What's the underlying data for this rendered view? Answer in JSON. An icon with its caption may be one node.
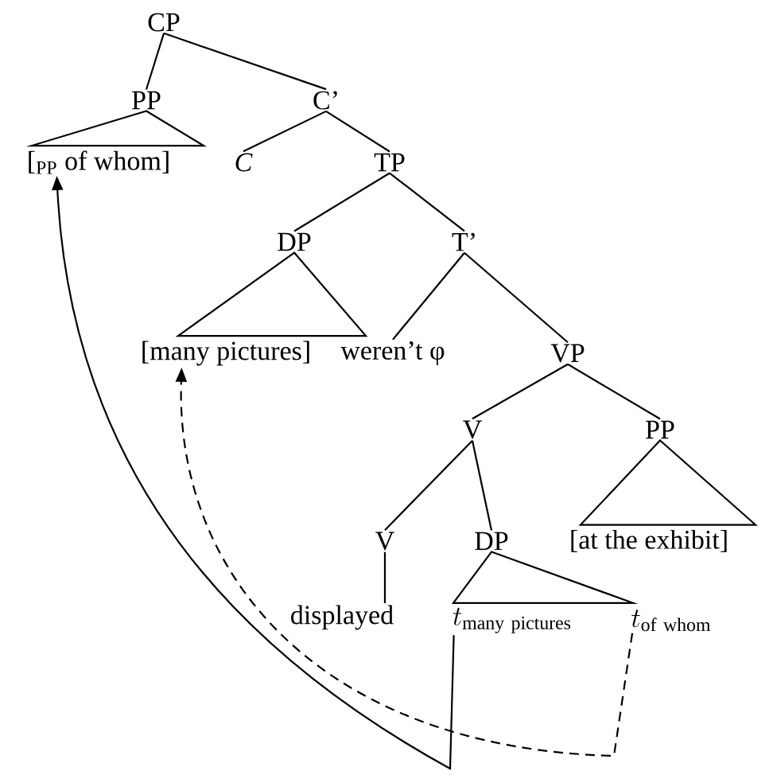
{
  "diagram": {
    "nodes": [
      {
        "text": [
          "CP"
        ]
      },
      {
        "text": [
          "PP"
        ]
      },
      {
        "text": [
          "C’"
        ]
      },
      {
        "text": [
          "[$_{PP}$ of whom]"
        ]
      },
      {
        "text": [
          "C"
        ]
      },
      {
        "text": [
          "TP"
        ]
      },
      {
        "text": [
          "DP"
        ]
      },
      {
        "text": [
          "T’"
        ]
      },
      {
        "text": [
          "[many pictures]"
        ]
      },
      {
        "text": [
          "weren’t φ"
        ]
      },
      {
        "text": [
          "VP"
        ]
      },
      {
        "text": [
          "V"
        ]
      },
      {
        "text": [
          "PP"
        ]
      },
      {
        "text": [
          "V"
        ]
      },
      {
        "text": [
          "DP"
        ]
      },
      {
        "text": [
          "[at the exhibit]"
        ]
      },
      {
        "text": [
          "displayed"
        ]
      },
      {
        "text": [
          "t_{\\mathrm{many\\ pictures}}"
        ]
      },
      {
        "text": [
          "t_{\\mathrm{of\\ whom}}"
        ]
      }
    ],
    "edges": [
      {
        "from": 0,
        "to": 1,
        "arrow": "none"
      },
      {
        "from": 0,
        "to": 2,
        "arrow": "none"
      },
      {
        "from": 1,
        "to": 3,
        "arrow": "none"
      },
      {
        "from": 2,
        "to": 4,
        "arrow": "none"
      },
      {
        "from": 2,
        "to": 5,
        "arrow": "none"
      },
      {
        "from": 5,
        "to": 6,
        "arrow": "none"
      },
      {
        "from": 5,
        "to": 7,
        "arrow": "none"
      },
      {
        "from": 6,
        "to": 8,
        "arrow": "none"
      },
      {
        "from": 7,
        "to": 9,
        "arrow": "none"
      },
      {
        "from": 7,
        "to": 10,
        "arrow": "none"
      },
      {
        "from": 10,
        "to": 11,
        "arrow": "none"
      },
      {
        "from": 10,
        "to": 12,
        "arrow": "none"
      },
      {
        "from": 12,
        "to": 15,
        "arrow": "none"
      },
      {
        "from": 11,
        "to": 13,
        "arrow": "none"
      },
      {
        "from": 11,
        "to": 14,
        "arrow": "none"
      },
      {
        "from": 13,
        "to": 16,
        "arrow": "none"
      },
      {
        "from": 14,
        "to": 17,
        "arrow": "none"
      },
      {
        "from": 17,
        "to": 3,
        "arrow": "to"
      },
      {
        "from": 18,
        "to": 8,
        "arrow": "to",
        "style": "dashed"
      }
    ]
  }
}
